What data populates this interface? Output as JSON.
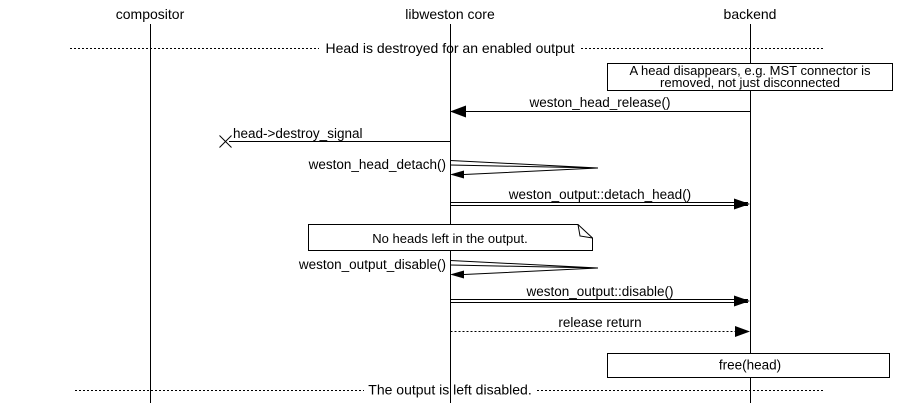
{
  "participants": [
    {
      "label": "compositor"
    },
    {
      "label": "libweston core"
    },
    {
      "label": "backend"
    }
  ],
  "dividers": [
    {
      "text": "Head is destroyed for an enabled output"
    },
    {
      "text": "The output is left disabled."
    }
  ],
  "notes": {
    "head_disappears": {
      "line1": "A head disappears, e.g. MST connector is",
      "line2": "removed, not just disconnected"
    },
    "no_heads_left": {
      "text": "No heads left in the output."
    },
    "free_head": {
      "text": "free(head)"
    }
  },
  "messages": {
    "head_release": {
      "label": "weston_head_release()",
      "from": "backend",
      "to": "libweston core",
      "style": "solid-arrow"
    },
    "destroy_signal": {
      "label": "head->destroy_signal",
      "from": "libweston core",
      "to": "lost",
      "style": "lost-message"
    },
    "head_detach": {
      "label": "weston_head_detach()",
      "from": "libweston core",
      "to": "libweston core",
      "style": "self-call"
    },
    "detach_head": {
      "label": "weston_output::detach_head()",
      "from": "libweston core",
      "to": "backend",
      "style": "double-line-arrow"
    },
    "output_disable": {
      "label": "weston_output_disable()",
      "from": "libweston core",
      "to": "libweston core",
      "style": "self-call"
    },
    "disable": {
      "label": "weston_output::disable()",
      "from": "libweston core",
      "to": "backend",
      "style": "double-line-arrow"
    },
    "release_return": {
      "label": "release return",
      "from": "libweston core",
      "to": "backend",
      "style": "dotted-arrow"
    }
  },
  "icons": {
    "lost_message_marker": "x-cross",
    "note_fold": "folded-corner"
  },
  "colors": {
    "stroke": "#000000",
    "background": "#ffffff"
  }
}
